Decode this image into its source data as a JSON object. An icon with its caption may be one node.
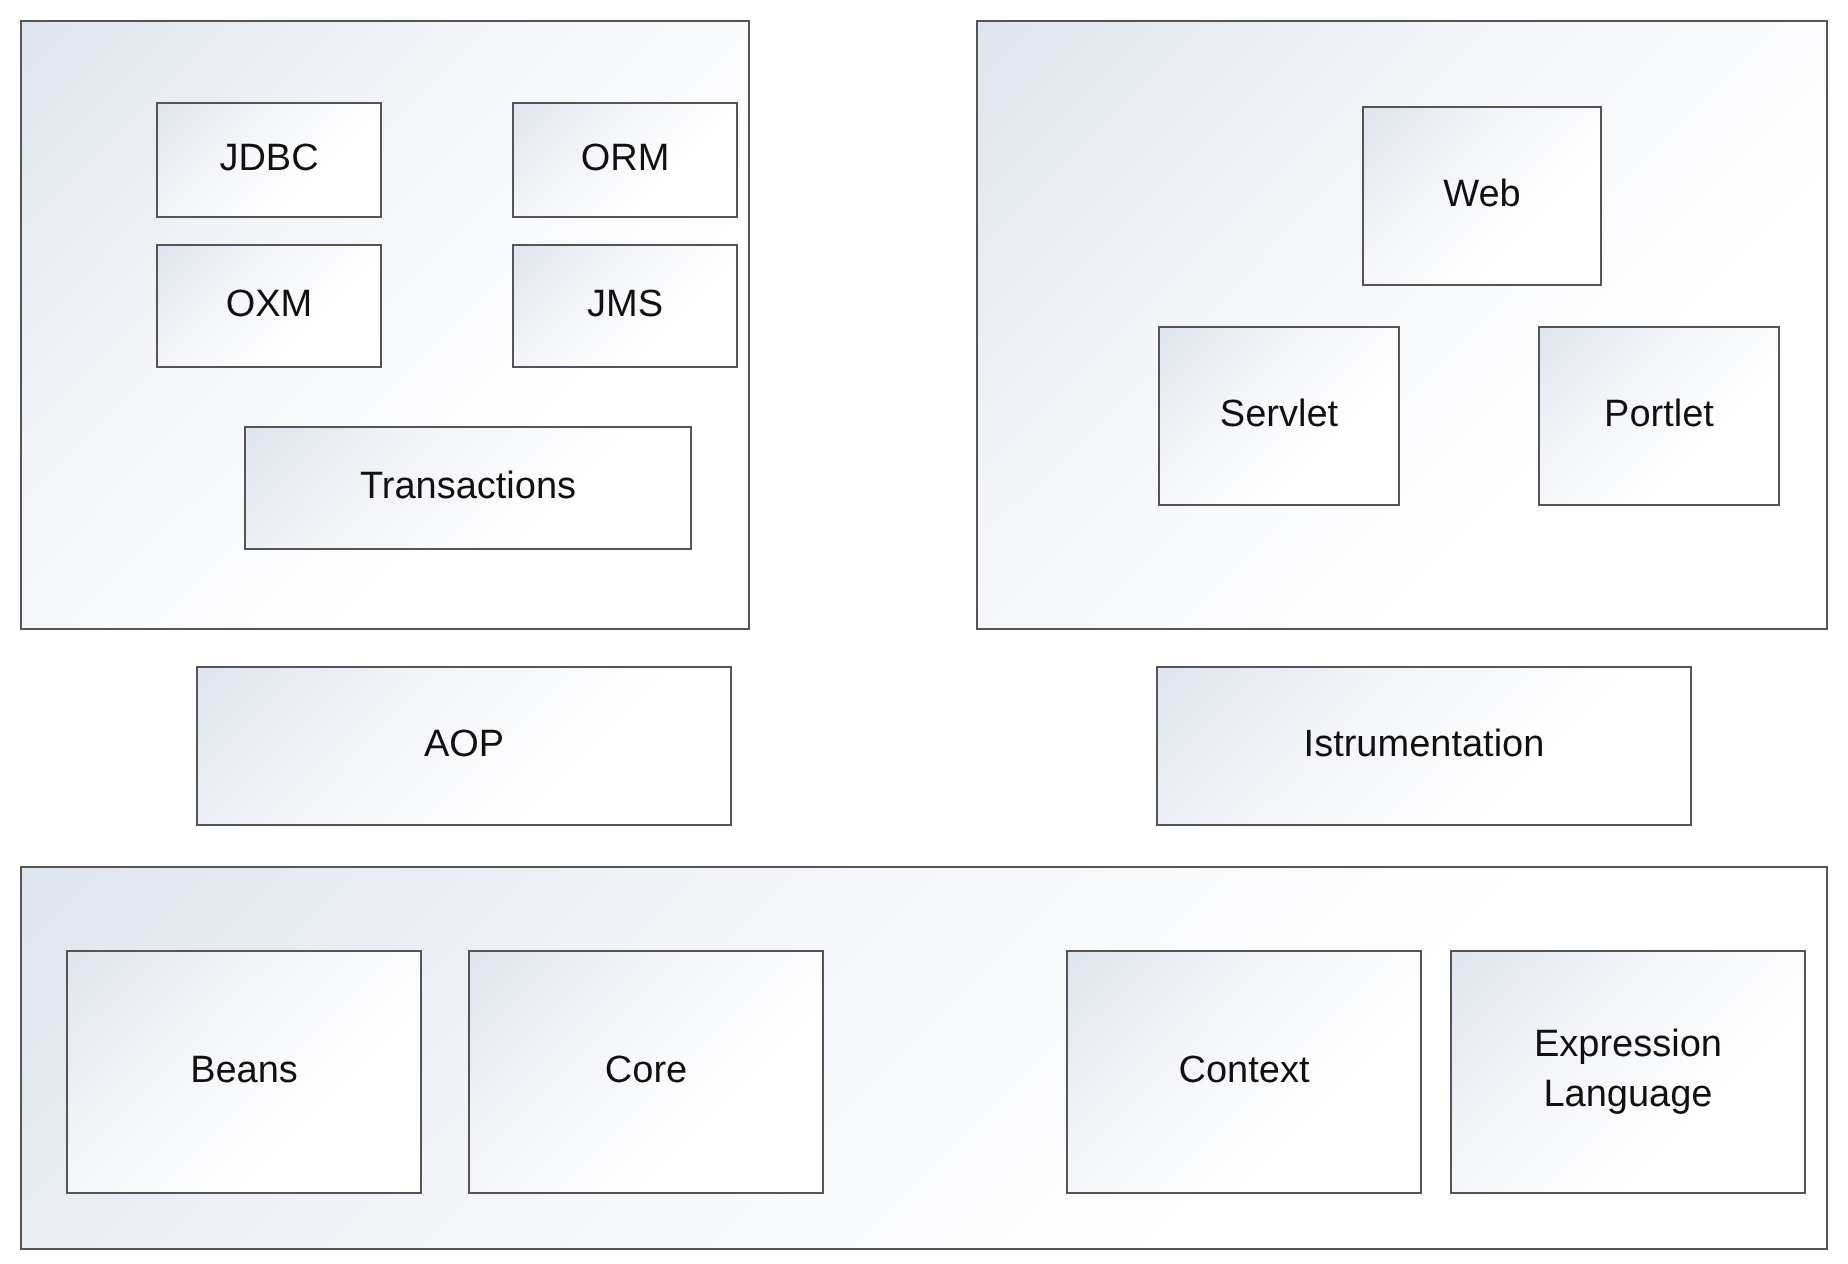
{
  "diagram": {
    "nodes": [
      {
        "text": [],
        "shape": "box"
      },
      {
        "text": [
          "JDBC"
        ],
        "in": 0
      },
      {
        "text": [
          "ORM"
        ],
        "in": 0
      },
      {
        "text": [
          "OXM"
        ],
        "in": 0
      },
      {
        "text": [
          "JMS"
        ],
        "in": 0
      },
      {
        "text": [
          "Transactions"
        ],
        "in": 0
      },
      {
        "text": [],
        "shape": "box"
      },
      {
        "text": [
          "Web"
        ],
        "in": 6
      },
      {
        "text": [
          "Servlet"
        ],
        "in": 6
      },
      {
        "text": [
          "Portlet"
        ],
        "in": 6
      },
      {
        "text": [
          "AOP"
        ]
      },
      {
        "text": [
          "Istrumentation"
        ]
      },
      {
        "text": [],
        "shape": "box"
      },
      {
        "text": [
          "Beans"
        ],
        "in": 12
      },
      {
        "text": [
          "Core"
        ],
        "in": 12
      },
      {
        "text": [
          "Context"
        ],
        "in": 12
      },
      {
        "text": [
          "Expression Language"
        ],
        "in": 12
      }
    ],
    "edges": []
  }
}
